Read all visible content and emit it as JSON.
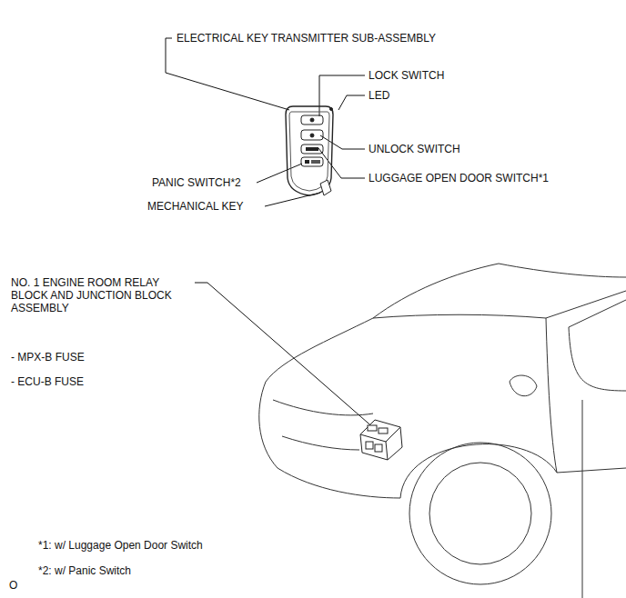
{
  "diagram": {
    "labels": [
      "ELECTRICAL KEY TRANSMITTER SUB-ASSEMBLY",
      "LOCK SWITCH",
      "LED",
      "UNLOCK SWITCH",
      "LUGGAGE OPEN DOOR SWITCH*1",
      "PANIC SWITCH*2",
      "MECHANICAL KEY",
      "NO. 1 ENGINE ROOM RELAY BLOCK AND JUNCTION BLOCK ASSEMBLY",
      "- MPX-B FUSE",
      "- ECU-B FUSE",
      "*1: w/ Luggage Open Door Switch",
      "*2: w/ Panic Switch",
      "O"
    ]
  }
}
